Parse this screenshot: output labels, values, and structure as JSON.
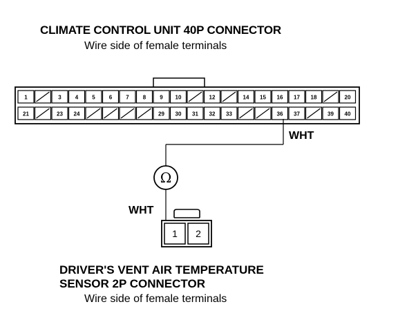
{
  "connector": {
    "title": "CLIMATE CONTROL UNIT 40P CONNECTOR",
    "subtitle": "Wire side of female terminals",
    "top_row": [
      "1",
      "",
      "3",
      "4",
      "5",
      "6",
      "7",
      "8",
      "9",
      "10",
      "",
      "12",
      "",
      "14",
      "15",
      "16",
      "17",
      "18",
      "",
      "20"
    ],
    "bottom_row": [
      "21",
      "",
      "23",
      "24",
      "",
      "",
      "",
      "",
      "29",
      "30",
      "31",
      "32",
      "33",
      "",
      "",
      "36",
      "37",
      "",
      "39",
      "40"
    ]
  },
  "wires": {
    "upper_label": "WHT",
    "lower_label": "WHT"
  },
  "meter": {
    "symbol": "Ω"
  },
  "sensor": {
    "title_line1": "DRIVER'S VENT AIR TEMPERATURE",
    "title_line2": "SENSOR 2P CONNECTOR",
    "subtitle": "Wire side of female terminals",
    "pins": [
      "1",
      "2"
    ]
  }
}
